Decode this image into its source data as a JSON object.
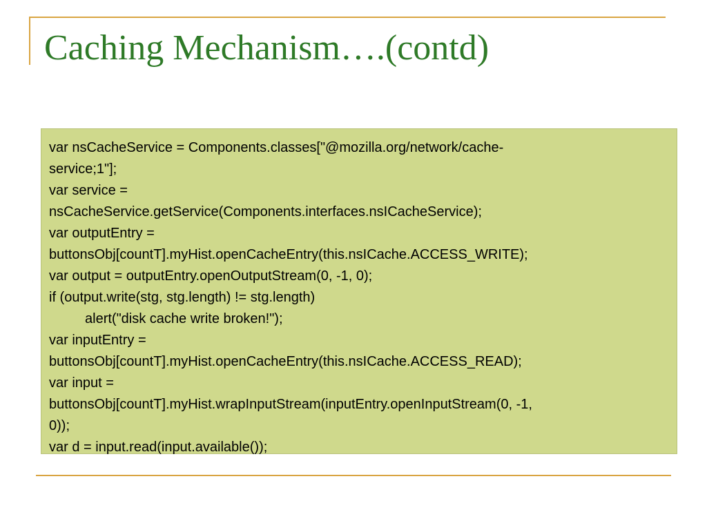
{
  "slide": {
    "title": "Caching Mechanism….(contd)",
    "code_lines": [
      "var nsCacheService = Components.classes[\"@mozilla.org/network/cache-",
      "service;1\"];",
      "var service =",
      "nsCacheService.getService(Components.interfaces.nsICacheService);",
      "var outputEntry =",
      "buttonsObj[countT].myHist.openCacheEntry(this.nsICache.ACCESS_WRITE);",
      "var output = outputEntry.openOutputStream(0, -1, 0);",
      "if (output.write(stg, stg.length) != stg.length)",
      "alert(\"disk cache write broken!\");",
      "var inputEntry =",
      "buttonsObj[countT].myHist.openCacheEntry(this.nsICache.ACCESS_READ);",
      "var input =",
      "buttonsObj[countT].myHist.wrapInputStream(inputEntry.openInputStream(0, -1,",
      "0));",
      "var d = input.read(input.available());"
    ]
  },
  "colors": {
    "title": "#2e7a27",
    "accent_line": "#d9a441",
    "code_background": "#cfd98c",
    "code_text": "#000000"
  }
}
